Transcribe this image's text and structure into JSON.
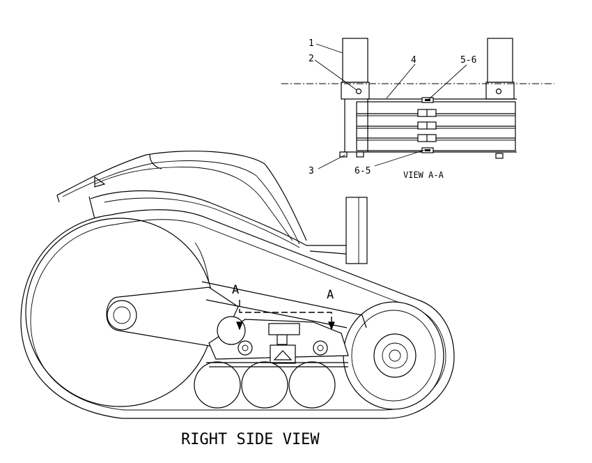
{
  "view_labels": {
    "section_view": "VIEW A-A",
    "main_view": "RIGHT SIDE VIEW"
  },
  "section_markers": [
    "A",
    "A"
  ],
  "callouts": {
    "c1": "1",
    "c2": "2",
    "c3": "3",
    "c4": "4",
    "c5_6": "5-6",
    "c6_5": "6-5"
  }
}
